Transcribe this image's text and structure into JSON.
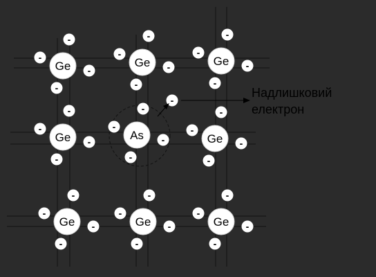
{
  "diagram": {
    "background_color": "#2b2b2b",
    "line_color": "#111111",
    "atom_fill": "#ffffff",
    "text_color": "#000000",
    "annotation_color": "#000000",
    "atoms": [
      {
        "id": "ge-r1-c1",
        "label": "Ge"
      },
      {
        "id": "ge-r1-c2",
        "label": "Ge"
      },
      {
        "id": "ge-r1-c3",
        "label": "Ge"
      },
      {
        "id": "ge-r2-c1",
        "label": "Ge"
      },
      {
        "id": "as-r2-c2",
        "label": "As"
      },
      {
        "id": "ge-r2-c3",
        "label": "Ge"
      },
      {
        "id": "ge-r3-c1",
        "label": "Ge"
      },
      {
        "id": "ge-r3-c2",
        "label": "Ge"
      },
      {
        "id": "ge-r3-c3",
        "label": "Ge"
      }
    ],
    "electron_sign": "-",
    "extra_electron": {
      "label_line1": "Надлишковий",
      "label_line2": "електрон"
    }
  }
}
